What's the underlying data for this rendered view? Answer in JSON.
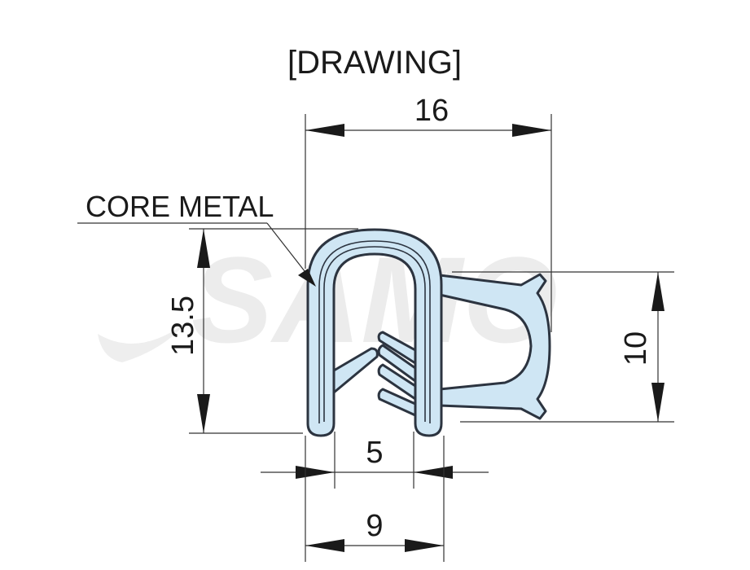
{
  "title": "[DRAWING]",
  "watermark": "SAMO",
  "callout": {
    "label": "CORE METAL"
  },
  "dimensions": {
    "overall_width": "16",
    "overall_height": "13.5",
    "seal_height": "10",
    "inner_gap": "5",
    "base_width": "9"
  },
  "colors": {
    "seal_fill": "#cfe6f4",
    "outline": "#2c3440",
    "watermark": "#ececec"
  }
}
